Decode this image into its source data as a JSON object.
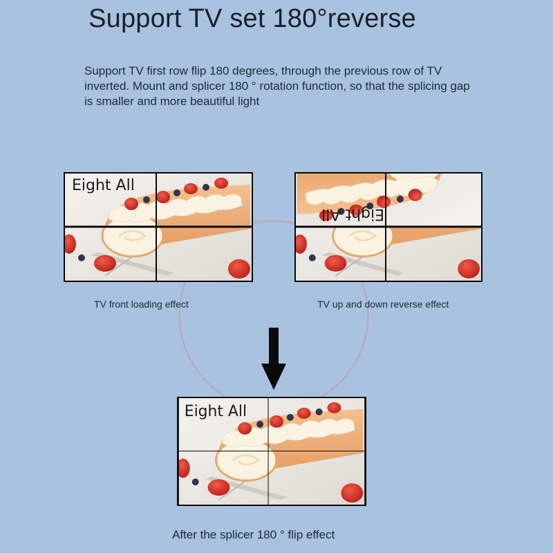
{
  "title": "Support TV set 180°reverse",
  "description": "Support TV first row flip 180 degrees, through the previous row of TV inverted. Mount and splicer 180 ° rotation function, so that the splicing gap is smaller and more beautiful light",
  "panels": {
    "front": {
      "label": "Eight All",
      "caption": "TV front loading effect"
    },
    "reverse": {
      "label": "Eight All",
      "caption": "TV up and down reverse effect"
    },
    "result": {
      "label": "Eight All",
      "caption": "After the splicer 180 ° flip effect"
    }
  },
  "colors": {
    "background": "#a9c2df",
    "cake": "#efb07a",
    "cream": "#fbf3e2",
    "strawberry": "#d8352c",
    "blueberry": "#2d3550"
  }
}
